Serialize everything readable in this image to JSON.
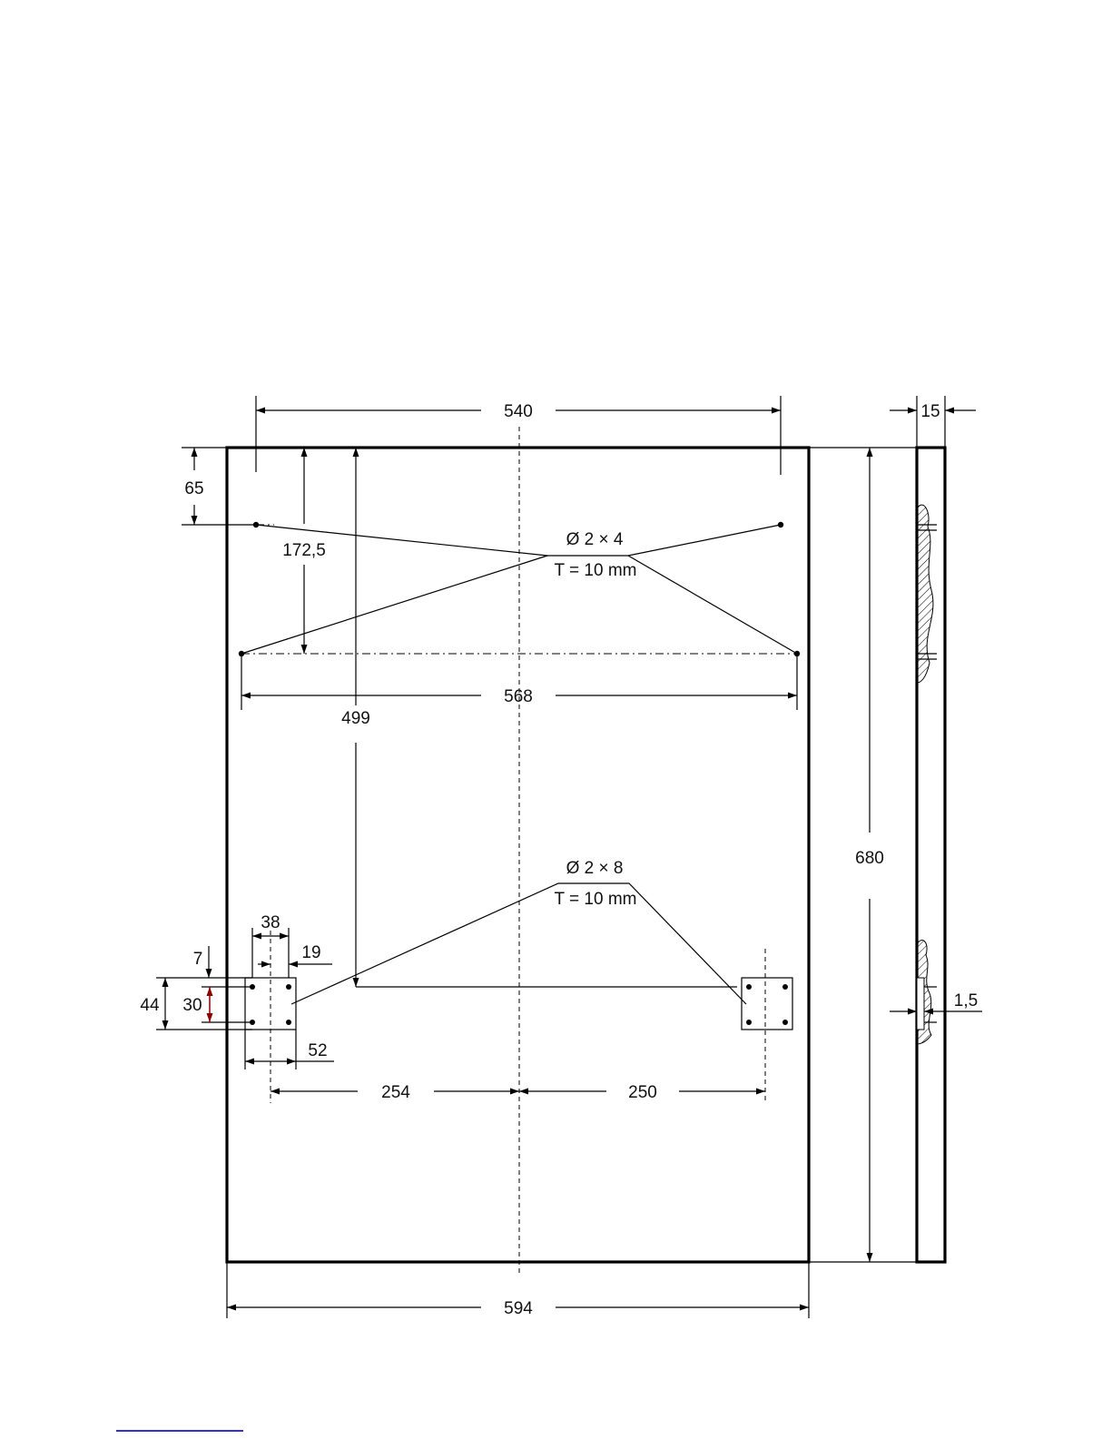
{
  "drawing": {
    "front_view": {
      "dim_width_top": "540",
      "dim_top_offset": "65",
      "dim_upper_holes": "172,5",
      "dim_to_lower_holes": "499",
      "dim_width_mid": "568",
      "dim_height": "680",
      "dim_total_width": "594",
      "upper_note_line1": "Ø 2 × 4",
      "upper_note_line2": "T = 10 mm",
      "lower_note_line1": "Ø 2 × 8",
      "lower_note_line2": "T = 10 mm",
      "dim_plate_width": "38",
      "dim_plate_half": "19",
      "dim_plate_top": "7",
      "dim_plate_height": "44",
      "dim_hole_spacing": "30",
      "dim_plate_full": "52",
      "dim_left_center": "254",
      "dim_right_center": "250"
    },
    "side_view": {
      "dim_thickness": "15",
      "dim_bracket": "1,5"
    }
  },
  "colors": {
    "line": "#000000",
    "accent_arrow": "#8b0000",
    "link": "#3333cc"
  }
}
